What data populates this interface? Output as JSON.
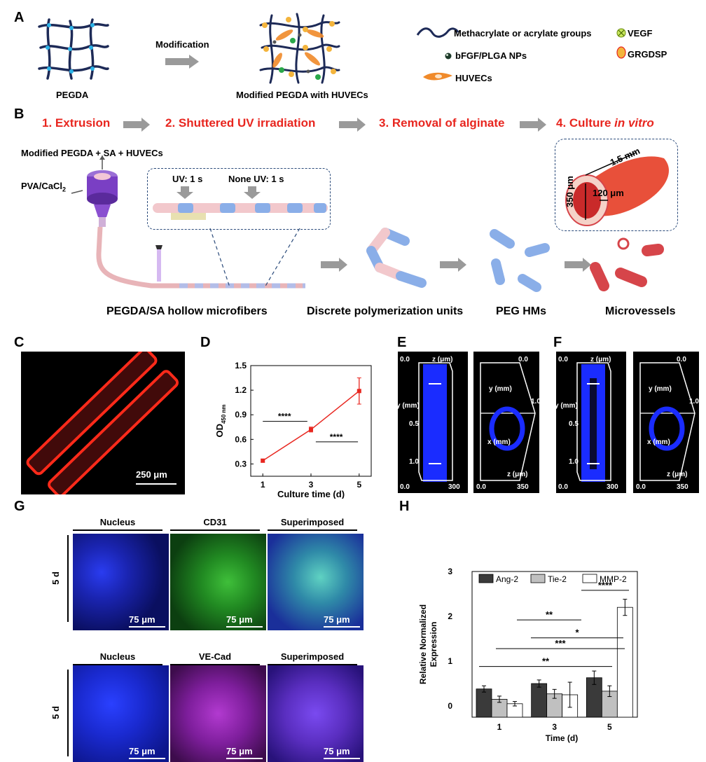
{
  "panels": {
    "A": "A",
    "B": "B",
    "C": "C",
    "D": "D",
    "E": "E",
    "F": "F",
    "G": "G",
    "H": "H"
  },
  "panelA": {
    "pegda": "PEGDA",
    "modification": "Modification",
    "modified": "Modified PEGDA with HUVECs",
    "legend": {
      "methacrylate": "Methacrylate or acrylate groups",
      "vegf": "VEGF",
      "bfgf": "bFGF/PLGA NPs",
      "grgdsp": "GRGDSP",
      "huvecs": "HUVECs"
    }
  },
  "panelB": {
    "step1": "1. Extrusion",
    "step2": "2. Shuttered UV irradiation",
    "step3": "3. Removal of alginate",
    "step4_main": "4. Culture ",
    "step4_italic": "in vitro",
    "modified_sa": "Modified PEGDA + SA + HUVECs",
    "pva": "PVA/CaCl",
    "pva_sub": "2",
    "uv_on": "UV: 1 s",
    "uv_off": "None UV: 1 s",
    "dim_length": "1.5 mm",
    "dim_wall": "120 μm",
    "dim_diam": "350 μm",
    "cap1": "PEGDA/SA hollow microfibers",
    "cap2": "Discrete polymerization units",
    "cap3": "PEG HMs",
    "cap4": "Microvessels"
  },
  "panelC": {
    "scale": "250 μm"
  },
  "panelE": {
    "z_um": "z (μm)",
    "y_mm": "y (mm)",
    "x_mm": "x (mm)",
    "t00": "0.0",
    "t05": "0.5",
    "t10": "1.0",
    "t300": "300",
    "t350": "350"
  },
  "panelG": {
    "row1": [
      "Nucleus",
      "CD31",
      "Superimposed"
    ],
    "row2": [
      "Nucleus",
      "VE-Cad",
      "Superimposed"
    ],
    "row_label": "5 d",
    "scale": "75 μm",
    "colors": {
      "nucleus": "#1a2bd8",
      "cd31": "#2f8a2c",
      "vecad": "#9a2fbf",
      "row1_head": [
        "#1a1ad0",
        "#1fa34a",
        "#000000"
      ],
      "row2_head": [
        "#1a1ad0",
        "#c21fd0",
        "#000000"
      ]
    }
  },
  "chart_data": [
    {
      "id": "D",
      "type": "line",
      "x": [
        1,
        3,
        5
      ],
      "y": [
        0.34,
        0.72,
        1.19
      ],
      "yerr": [
        0.02,
        0.03,
        0.16
      ],
      "xticks": [
        "1",
        "3",
        "5"
      ],
      "yticks": [
        "0.3",
        "0.6",
        "0.9",
        "1.2",
        "1.5"
      ],
      "ylim": [
        0.15,
        1.5
      ],
      "xlabel": "Culture time (d)",
      "ylabel_main": "OD",
      "ylabel_sub": "450 nm",
      "significance": [
        "****",
        "****"
      ],
      "color": "#e8261f"
    },
    {
      "id": "H",
      "type": "bar",
      "categories": [
        "1",
        "3",
        "5"
      ],
      "series": [
        {
          "name": "Ang-2",
          "values": [
            0.38,
            0.5,
            0.63
          ],
          "err": [
            0.07,
            0.08,
            0.15
          ],
          "color": "#3a3a3a"
        },
        {
          "name": "Tie-2",
          "values": [
            0.15,
            0.27,
            0.33
          ],
          "err": [
            0.07,
            0.1,
            0.12
          ],
          "color": "#c0c0c0"
        },
        {
          "name": "MMP-2",
          "values": [
            0.05,
            0.25,
            2.2
          ],
          "err": [
            0.05,
            0.28,
            0.18
          ],
          "color": "#ffffff"
        }
      ],
      "yticks": [
        "0",
        "1",
        "2",
        "3"
      ],
      "ylim": [
        -0.25,
        3.0
      ],
      "xlabel": "Time (d)",
      "ylabel": [
        "Relative Normalized",
        "Expression"
      ],
      "significance": [
        "****",
        "**",
        "*",
        "***",
        "**"
      ]
    }
  ]
}
